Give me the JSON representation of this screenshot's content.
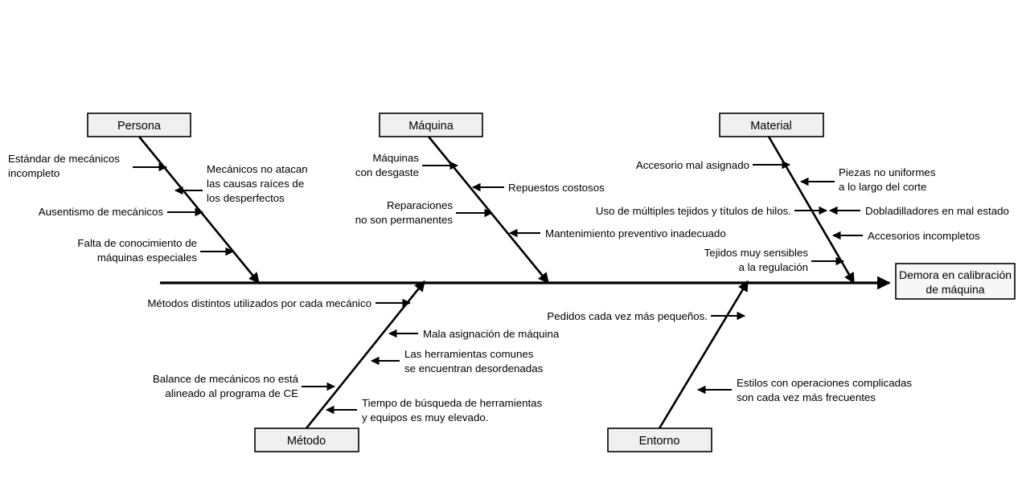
{
  "diagram": {
    "type": "fishbone-ishikawa",
    "effect": {
      "line1": "Demora en calibración",
      "line2": "de máquina"
    },
    "categories": [
      {
        "id": "persona",
        "label": "Persona",
        "position": "top",
        "causes": [
          {
            "id": "persona-c1",
            "side": "left",
            "lines": [
              "Estándar de mecánicos",
              "incompleto"
            ]
          },
          {
            "id": "persona-c2",
            "side": "right",
            "lines": [
              "Mecánicos no atacan",
              "las causas raíces de",
              "los desperfectos"
            ]
          },
          {
            "id": "persona-c3",
            "side": "left",
            "lines": [
              "Ausentismo de mecánicos"
            ]
          },
          {
            "id": "persona-c4",
            "side": "left",
            "lines": [
              "Falta de conocimiento de",
              "máquinas especiales"
            ]
          }
        ]
      },
      {
        "id": "maquina",
        "label": "Máquina",
        "position": "top",
        "causes": [
          {
            "id": "maquina-c1",
            "side": "left",
            "lines": [
              "Máquinas",
              "con desgaste"
            ]
          },
          {
            "id": "maquina-c2",
            "side": "right",
            "lines": [
              "Repuestos costosos"
            ]
          },
          {
            "id": "maquina-c3",
            "side": "left",
            "lines": [
              "Reparaciones",
              "no son permanentes"
            ]
          },
          {
            "id": "maquina-c4",
            "side": "right",
            "lines": [
              "Mantenimiento preventivo inadecuado"
            ]
          }
        ]
      },
      {
        "id": "material",
        "label": "Material",
        "position": "top",
        "causes": [
          {
            "id": "material-c1",
            "side": "left",
            "lines": [
              "Accesorio mal asignado"
            ]
          },
          {
            "id": "material-c2",
            "side": "right",
            "lines": [
              "Piezas no uniformes",
              "a lo largo del corte"
            ]
          },
          {
            "id": "material-c3",
            "side": "left",
            "lines": [
              "Uso de múltiples tejidos y títulos de hilos."
            ]
          },
          {
            "id": "material-c4",
            "side": "right",
            "lines": [
              "Dobladilladores en mal estado"
            ]
          },
          {
            "id": "material-c5",
            "side": "right",
            "lines": [
              "Accesorios incompletos"
            ]
          },
          {
            "id": "material-c6",
            "side": "left",
            "lines": [
              "Tejidos muy sensibles",
              "a la regulación"
            ]
          }
        ]
      },
      {
        "id": "metodo",
        "label": "Método",
        "position": "bottom",
        "causes": [
          {
            "id": "metodo-c1",
            "side": "left",
            "lines": [
              "Métodos distintos utilizados por cada mecánico"
            ]
          },
          {
            "id": "metodo-c2",
            "side": "right",
            "lines": [
              "Mala asignación de máquina"
            ]
          },
          {
            "id": "metodo-c3",
            "side": "right",
            "lines": [
              "Las herramientas comunes",
              "se encuentran desordenadas"
            ]
          },
          {
            "id": "metodo-c4",
            "side": "left",
            "lines": [
              "Balance de mecánicos no está",
              "alineado al programa de CE"
            ]
          },
          {
            "id": "metodo-c5",
            "side": "right",
            "lines": [
              "Tiempo de búsqueda de herramientas",
              "y equipos es muy elevado."
            ]
          }
        ]
      },
      {
        "id": "entorno",
        "label": "Entorno",
        "position": "bottom",
        "causes": [
          {
            "id": "entorno-c1",
            "side": "left",
            "lines": [
              "Pedidos cada vez más pequeños."
            ]
          },
          {
            "id": "entorno-c2",
            "side": "right",
            "lines": [
              "Estilos con operaciones complicadas",
              "son cada vez más frecuentes"
            ]
          }
        ]
      }
    ],
    "colors": {
      "box_fill": "#f0f0f0",
      "effect_box_fill": "#f7f7f7",
      "stroke": "#000000",
      "background": "#ffffff",
      "text": "#000000"
    }
  }
}
